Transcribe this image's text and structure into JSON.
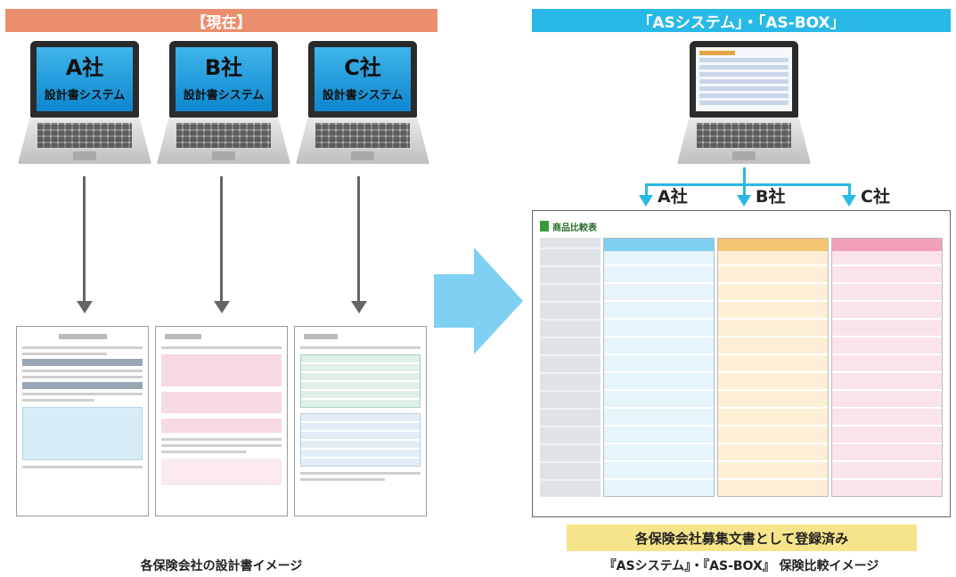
{
  "left": {
    "banner": "【現在】",
    "laptops": [
      {
        "company": "A社",
        "system": "設計書システム"
      },
      {
        "company": "B社",
        "system": "設計書システム"
      },
      {
        "company": "C社",
        "system": "設計書システム"
      }
    ],
    "caption": "各保険会社の設計書イメージ"
  },
  "right": {
    "banner": "「ASシステム」・「AS-BOX」",
    "branches": [
      "A社",
      "B社",
      "C社"
    ],
    "sheet_title": "商品比較表",
    "registered_label": "各保険会社募集文書として登録済み",
    "caption": "『ASシステム』・『AS-BOX』 保険比較イメージ"
  },
  "colors": {
    "left_banner": "#ea8e6e",
    "right_banner": "#29b9e6",
    "big_arrow": "#7fd0f2",
    "caption_box": "#f6e48a"
  }
}
